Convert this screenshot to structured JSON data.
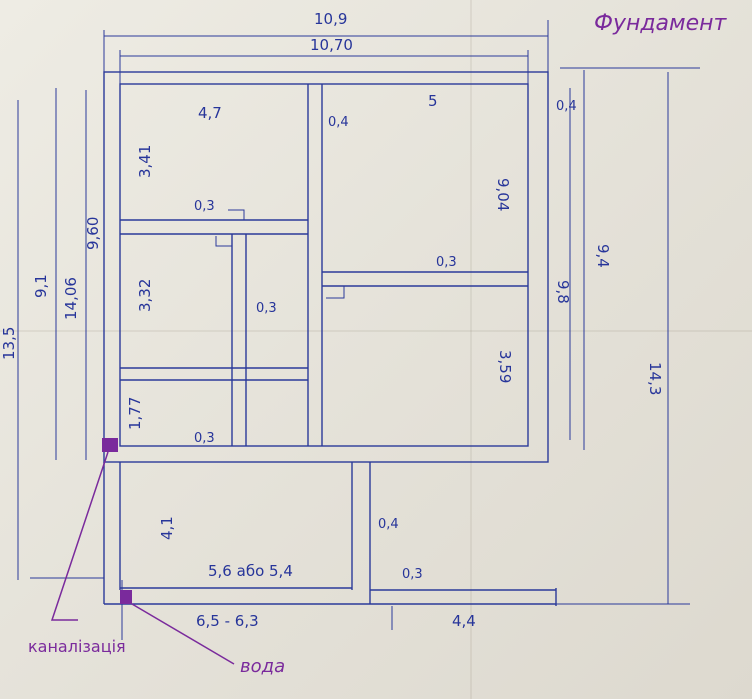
{
  "title": "Фундамент",
  "legend": {
    "sewer": "каналізація",
    "water": "вода"
  },
  "colors": {
    "ink": "#2b3a9a",
    "marker": "#7a2a9c"
  },
  "dimensions": {
    "outer_top": "10,9",
    "inner_top": "10,70",
    "room_a_width": "4,7",
    "room_b_width": "5",
    "wall_mid": "0,4",
    "wall_right": "0,4",
    "room_a_height": "3,41",
    "partition_1": "0,3",
    "room_b_height": "9,04",
    "partition_2": "0,3",
    "room_c_height": "3,32",
    "partition_3": "0,3",
    "room_d_height": "3,59",
    "room_e_height": "1,77",
    "partition_4": "0,3",
    "left_inner_a": "9,1",
    "left_inner_b": "9,60",
    "left_total": "14,06",
    "left_outer": "13,5",
    "right_inner": "9,8",
    "right_mid": "9,4",
    "right_outer": "14,3",
    "porch_height": "4,1",
    "porch_wall": "0,4",
    "porch_width": "5,6 або 5,4",
    "porch_partition": "0,3",
    "bottom_left": "6,5 - 6,3",
    "bottom_right": "4,4"
  }
}
